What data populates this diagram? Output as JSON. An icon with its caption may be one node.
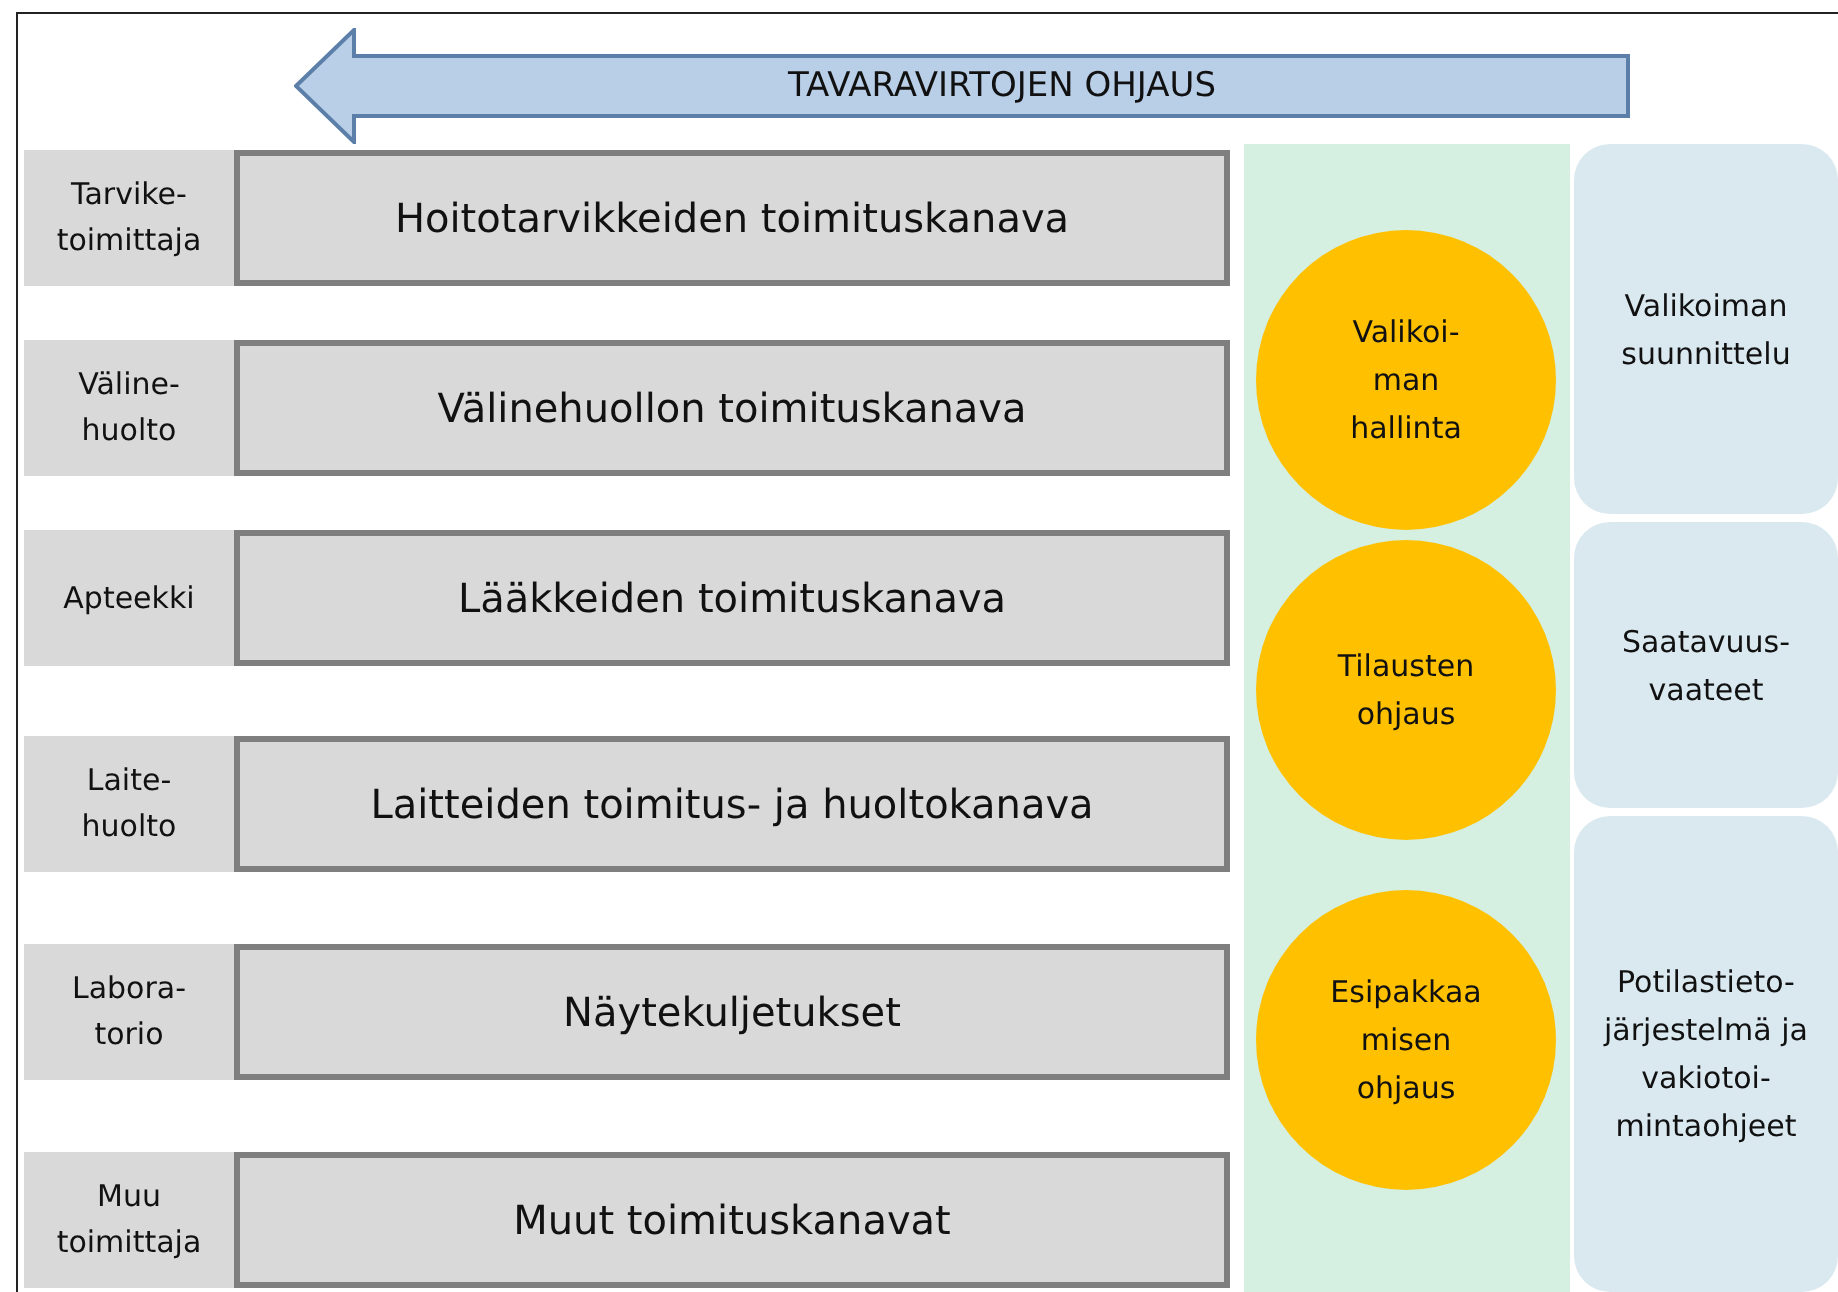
{
  "diagram": {
    "nodes": [
      {
        "text": [
          "TAVARAVIRTOJEN OHJAUS"
        ]
      },
      {
        "text": [
          "Tarvike- toimittaja"
        ]
      },
      {
        "text": [
          "Hoitotarvikkeiden toimituskanava"
        ]
      },
      {
        "text": [
          "Väline- huolto"
        ]
      },
      {
        "text": [
          "Välinehuollon toimituskanava"
        ]
      },
      {
        "text": [
          "Apteekki"
        ]
      },
      {
        "text": [
          "Lääkkeiden toimituskanava"
        ]
      },
      {
        "text": [
          "Laite- huolto"
        ]
      },
      {
        "text": [
          "Laitteiden toimitus- ja huoltokanava"
        ]
      },
      {
        "text": [
          "Labora- torio"
        ]
      },
      {
        "text": [
          "Näytekuljetukset"
        ]
      },
      {
        "text": [
          "Muu toimittaja"
        ]
      },
      {
        "text": [
          "Muut toimituskanavat"
        ]
      },
      {
        "text": [],
        "shape": "box"
      },
      {
        "text": [
          "Valikoi- man hallinta"
        ],
        "in": 13
      },
      {
        "text": [
          "Tilausten ohjaus"
        ],
        "in": 13
      },
      {
        "text": [
          "Esipakkaa misen ohjaus"
        ],
        "in": 13
      },
      {
        "text": [
          "Valikoiman suunnittelu"
        ]
      },
      {
        "text": [
          "Saatavuus- vaateet"
        ]
      },
      {
        "text": [
          "Potilastieto- järjestelmä ja vakiotoi- mintaohjeet"
        ]
      }
    ],
    "edges": []
  }
}
